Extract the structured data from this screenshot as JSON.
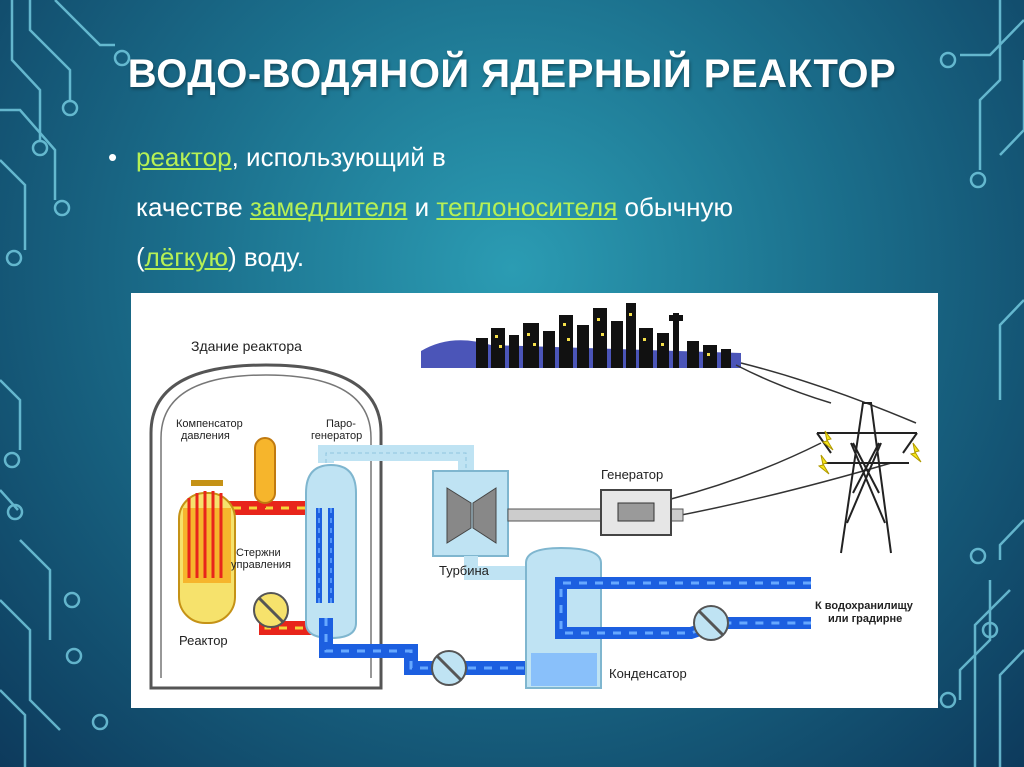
{
  "slide": {
    "title": "ВОДО-ВОДЯНОЙ ЯДЕРНЫЙ РЕАКТОР",
    "definition": {
      "bullet": "•",
      "line1_link": "реактор",
      "line1_rest": ", использующий в",
      "line2_prefix": "качестве ",
      "line2_link1": "замедлителя",
      "line2_mid": " и ",
      "line2_link2": "теплоносителя",
      "line2_suffix": " обычную",
      "line3_open": "(",
      "line3_link": "лёгкую",
      "line3_close": ") воду."
    }
  },
  "diagram": {
    "labels": {
      "building": "Здание реактора",
      "pressurizer_1": "Компенсатор",
      "pressurizer_2": "давления",
      "steam_gen_1": "Паро-",
      "steam_gen_2": "генератор",
      "control_rods_1": "Стержни",
      "control_rods_2": "управления",
      "reactor": "Реактор",
      "turbine": "Турбина",
      "generator": "Генератор",
      "condenser": "Конденсатор",
      "to_reservoir_1": "К водохранилищу",
      "to_reservoir_2": "или градирне"
    }
  },
  "colors": {
    "link": "#b6f055",
    "hot_loop": "#e8251b",
    "hot_loop_dash": "#f5d53a",
    "cold_loop": "#1c5fe0",
    "cold_loop_dash": "#66a8ff",
    "steam": "#bfe3f3",
    "reactor_vessel": "#f6b52c"
  }
}
